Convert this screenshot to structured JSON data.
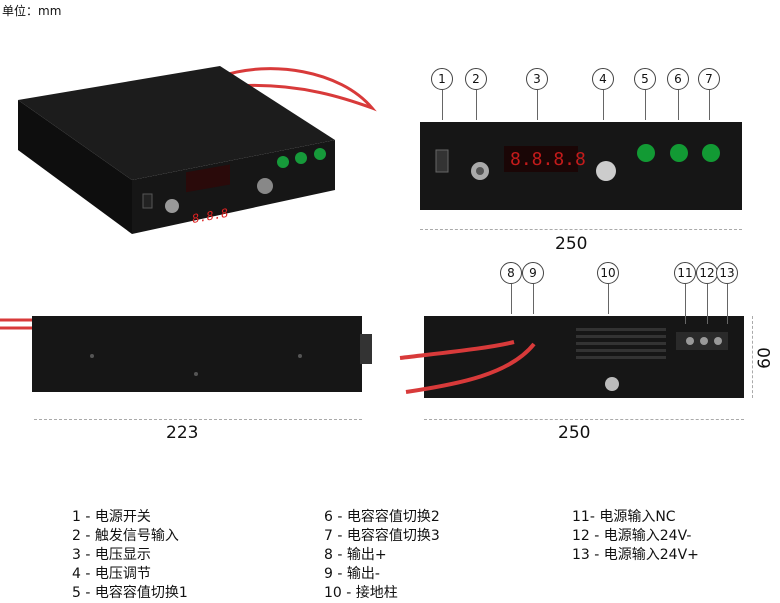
{
  "unit_label": "单位：mm",
  "dimensions": {
    "front_width": "250",
    "side_length": "223",
    "rear_width": "250",
    "height": "60"
  },
  "callouts_front": [
    "1",
    "2",
    "3",
    "4",
    "5",
    "6",
    "7"
  ],
  "callouts_rear": [
    "8",
    "9",
    "10",
    "11",
    "12",
    "13"
  ],
  "legend": {
    "col1": [
      "1 - 电源开关",
      "2 - 触发信号输入",
      "3 - 电压显示",
      "4 - 电压调节",
      "5 - 电容容值切换1"
    ],
    "col2": [
      "6 - 电容容值切换2",
      "7 - 电容容值切换3",
      "8 - 输出+",
      "9 - 输出-",
      "10 - 接地柱"
    ],
    "col3": [
      "11- 电源输入NC",
      "12 - 电源输入24V-",
      "13 - 电源输入24V+"
    ]
  }
}
